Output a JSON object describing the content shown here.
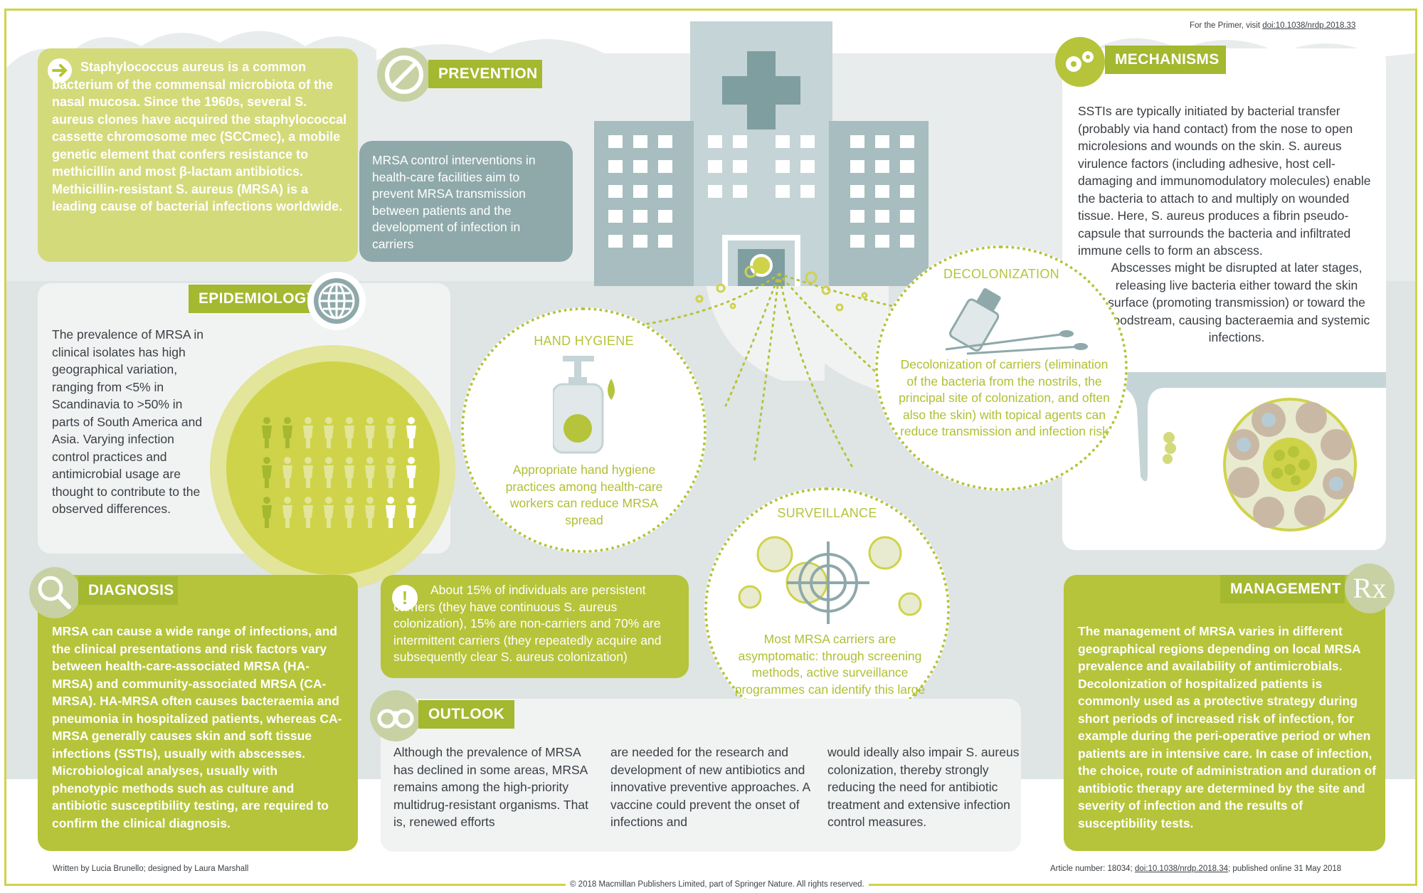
{
  "header": {
    "primer_prefix": "For the Primer, visit ",
    "primer_link": "doi:10.1038/nrdp.2018.33"
  },
  "intro": {
    "paragraph": "Staphylococcus aureus is a common bacterium of the commensal microbiota of the nasal mucosa. Since the 1960s, several S. aureus clones have acquired the staphylococcal cassette chromosome mec (SCCmec), a mobile genetic element that confers resistance to methicillin and most β-lactam antibiotics. Methicillin-resistant S. aureus (MRSA) is a leading cause of bacterial infections worldwide."
  },
  "prevention": {
    "title": "PREVENTION",
    "text": "MRSA control interventions in health-care facilities aim to prevent MRSA transmission between patients and the development of infection in carriers"
  },
  "mechanisms": {
    "title": "MECHANISMS",
    "text1": "SSTIs are typically initiated by bacterial transfer (probably via hand contact) from the nose to open microlesions and wounds on the skin. S. aureus virulence factors (including adhesive, host cell-damaging and immunomodulatory molecules) enable the bacteria to attach to and multiply on wounded tissue. Here, S. aureus produces a fibrin pseudo-capsule that surrounds the bacteria and infiltrated immune cells to form an abscess.",
    "text2": "Abscesses might be disrupted at later stages, releasing live bacteria either toward the skin surface (promoting transmission) or toward the bloodstream, causing bacteraemia and systemic infections."
  },
  "epidemiology": {
    "title": "EPIDEMIOLOGY",
    "text": "The prevalence of MRSA in clinical isolates has high geographical variation, ranging from <5% in Scandinavia to >50% in parts of South America and Asia. Varying infection control practices and antimicrobial usage are thought to contribute to the observed differences."
  },
  "hand_hygiene": {
    "title": "HAND HYGIENE",
    "text": "Appropriate hand hygiene practices among health-care workers can reduce MRSA spread"
  },
  "decolonization": {
    "title": "DECOLONIZATION",
    "text": "Decolonization of carriers (elimination of the bacteria from the nostrils, the principal site of colonization, and often also the skin) with topical agents can reduce transmission and infection risk"
  },
  "surveillance": {
    "title": "SURVEILLANCE",
    "text": "Most MRSA carriers are asymptomatic: through screening methods, active surveillance programmes can identify this large bacterial reservoir"
  },
  "carriers_note": {
    "text": "About 15% of individuals are persistent carriers (they have continuous S. aureus colonization), 15% are non-carriers and 70% are intermittent carriers (they repeatedly acquire and subsequently clear S. aureus colonization)"
  },
  "diagnosis": {
    "title": "DIAGNOSIS",
    "text": "MRSA can cause a wide range of infections, and the clinical presentations and risk factors vary between health-care-associated MRSA (HA-MRSA) and community-associated MRSA (CA-MRSA). HA-MRSA often causes bacteraemia and pneumonia in hospitalized patients, whereas CA-MRSA generally causes skin and soft tissue infections (SSTIs), usually with abscesses. Microbiological analyses, usually with phenotypic methods such as culture and antibiotic susceptibility testing, are required to confirm the clinical diagnosis."
  },
  "outlook": {
    "title": "OUTLOOK",
    "col1": "Although the prevalence of MRSA has declined in some areas, MRSA remains among the high-priority multidrug-resistant organisms. That is, renewed efforts",
    "col2": "are needed for the research and development of new antibiotics and innovative preventive approaches. A vaccine could prevent the onset of infections and",
    "col3": "would ideally also impair S. aureus colonization, thereby strongly reducing the need for antibiotic treatment and extensive infection control measures."
  },
  "management": {
    "title": "MANAGEMENT",
    "icon_text": "Rx",
    "text": "The management of MRSA varies in different geographical regions depending on local MRSA prevalence and availability of antimicrobials. Decolonization of hospitalized patients is commonly used as a protective strategy during short periods of increased risk of infection, for example during the peri-operative period or when patients are in intensive care. In case of infection, the choice, route of administration and duration of antibiotic therapy are determined by the site and severity of infection and the results of susceptibility tests."
  },
  "footer": {
    "credits": "Written by Lucia Brunello; designed by Laura Marshall",
    "copyright": "© 2018 Macmillan Publishers Limited, part of Springer Nature. All rights reserved.",
    "article_prefix": "Article number: 18034; ",
    "article_link": "doi:10.1038/nrdp.2018.34",
    "article_suffix": "; published online 31 May 2018"
  },
  "colors": {
    "lime": "#b5c43a",
    "lime_light": "#d8de7c",
    "slate": "#8fa9aa",
    "grey_bg": "#dfe3e3"
  },
  "icons": [
    "arrow-icon",
    "prohibition-icon",
    "gears-icon",
    "globe-icon",
    "magnifier-icon",
    "binoculars-icon",
    "exclamation-icon",
    "rx-icon",
    "hospital-icon",
    "soap-dispenser-icon",
    "nasal-spray-icon",
    "crosshair-icon",
    "people-icon",
    "abscess-icon"
  ]
}
